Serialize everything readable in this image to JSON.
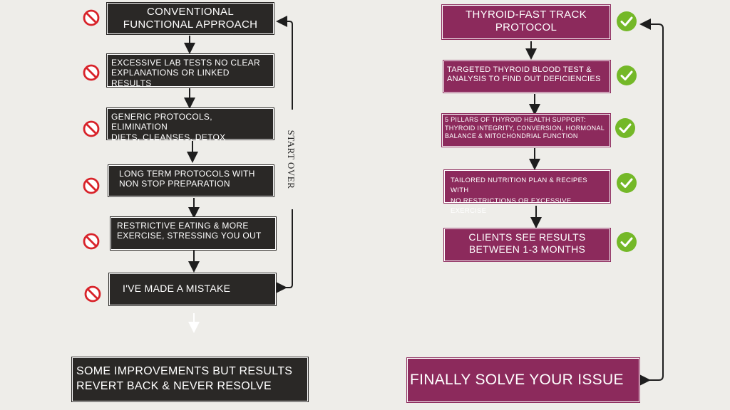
{
  "colors": {
    "background": "#eeede9",
    "dark_box": "#2a2826",
    "plum_box": "#8c2a5c",
    "no_icon": "#d8232a",
    "check_icon": "#74b828",
    "arrow": "#1e1e1e"
  },
  "left": {
    "steps": [
      {
        "line1": "CONVENTIONAL",
        "line2": "FUNCTIONAL APPROACH",
        "icon": "no-entry-icon"
      },
      {
        "line1": "EXCESSIVE LAB TESTS NO CLEAR",
        "line2": "EXPLANATIONS OR LINKED RESULTS",
        "icon": "no-entry-icon"
      },
      {
        "line1": "GENERIC PROTOCOLS, ELIMINATION",
        "line2": "DIETS, CLEANSES, DETOX",
        "icon": "no-entry-icon"
      },
      {
        "line1": "LONG TERM PROTOCOLS WITH",
        "line2": "NON STOP PREPARATION",
        "icon": "no-entry-icon"
      },
      {
        "line1": "RESTRICTIVE EATING & MORE",
        "line2": "EXERCISE, STRESSING YOU OUT",
        "icon": "no-entry-icon"
      },
      {
        "line1": "I'VE MADE A MISTAKE",
        "icon": "no-entry-icon"
      }
    ],
    "loop_label": "START OVER",
    "outcome": {
      "line1": "SOME IMPROVEMENTS BUT RESULTS",
      "line2": "REVERT BACK & NEVER RESOLVE"
    }
  },
  "right": {
    "steps": [
      {
        "line1": "THYROID-FAST TRACK",
        "line2": "PROTOCOL",
        "icon": "check-icon"
      },
      {
        "line1": "TARGETED THYROID BLOOD TEST &",
        "line2": "ANALYSIS TO FIND OUT DEFICIENCIES",
        "icon": "check-icon"
      },
      {
        "line1": "5 PILLARS OF THYROID HEALTH SUPPORT:",
        "line2": "THYROID INTEGRITY, CONVERSION, HORMONAL",
        "line3": "BALANCE & MITOCHONDRIAL FUNCTION",
        "icon": "check-icon"
      },
      {
        "line1": "TAILORED NUTRITION PLAN & RECIPES WITH",
        "line2": "NO RESTRICTIONS OR EXCESSIVE EXERCISE",
        "icon": "check-icon"
      },
      {
        "line1": "CLIENTS SEE RESULTS",
        "line2": "BETWEEN 1-3 MONTHS",
        "icon": "check-icon"
      }
    ],
    "outcome": {
      "line1": "FINALLY SOLVE YOUR ISSUE"
    }
  }
}
